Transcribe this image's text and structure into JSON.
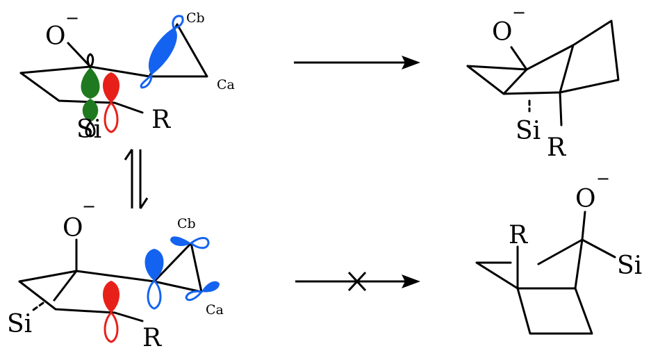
{
  "colors": {
    "green_lobe": "#1f7a1f",
    "red_lobe": "#e8201a",
    "blue_lobe": "#1463f0",
    "bond": "#000000"
  },
  "labels": {
    "top_left": {
      "oxyanion": "O",
      "charge": "−",
      "silicon": "Si",
      "r_group": "R",
      "cb": "Cb",
      "ca": "Ca"
    },
    "bottom_left": {
      "oxyanion": "O",
      "charge": "−",
      "silicon": "Si",
      "r_group": "R",
      "cb": "Cb",
      "ca": "Ca"
    },
    "top_right": {
      "oxyanion": "O",
      "charge": "−",
      "silicon": "Si",
      "r_group": "R"
    },
    "bottom_right": {
      "oxyanion": "O",
      "charge": "−",
      "silicon": "Si",
      "r_group": "R"
    }
  },
  "arrows": {
    "top": {
      "type": "forward",
      "allowed": true
    },
    "bottom": {
      "type": "forward",
      "allowed": false,
      "mark": "cross"
    },
    "equilibrium": {
      "type": "equilibrium",
      "orientation": "vertical"
    }
  }
}
